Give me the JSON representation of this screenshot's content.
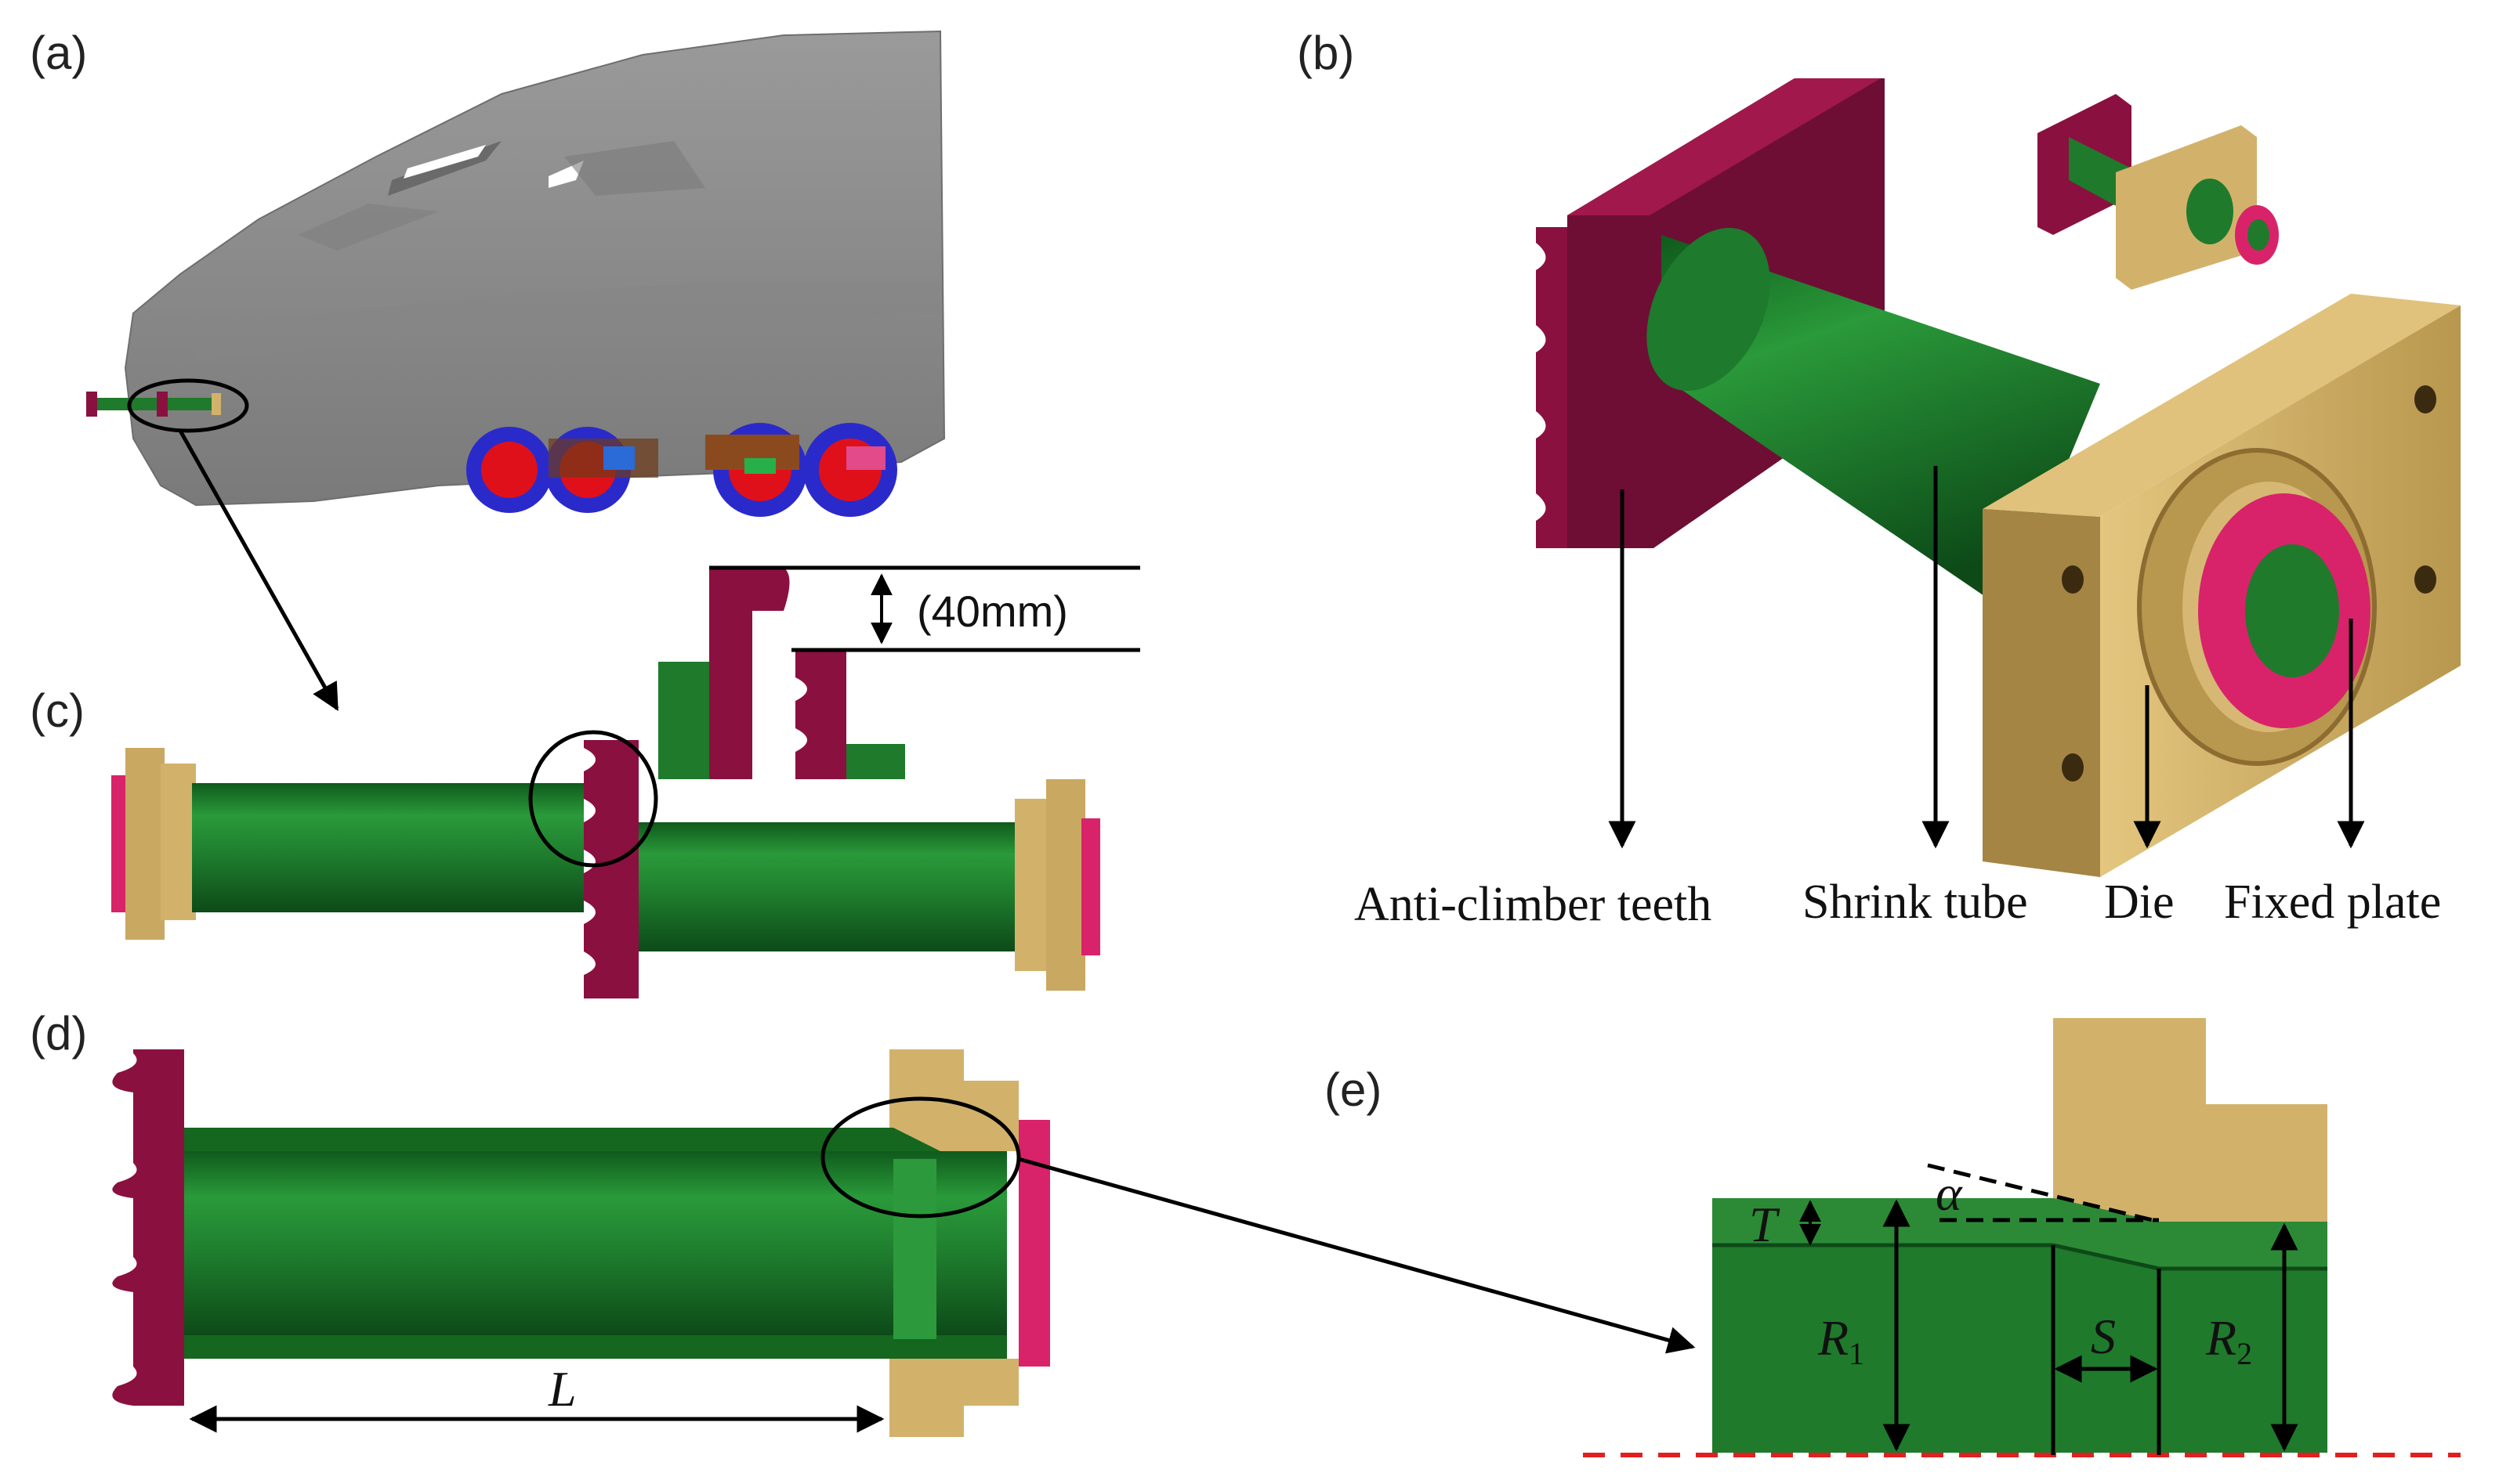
{
  "panels": {
    "a": "(a)",
    "b": "(b)",
    "c": "(c)",
    "d": "(d)",
    "e": "(e)"
  },
  "part_labels": {
    "anti_climber_teeth": "Anti-climber teeth",
    "shrink_tube": "Shrink tube",
    "die": "Die",
    "fixed_plate": "Fixed plate"
  },
  "dimension_c": "(40mm)",
  "symbols": {
    "L": "L",
    "T": "T",
    "alpha": "α",
    "R": "R",
    "R1_sub": "1",
    "R2_sub": "2",
    "S": "S"
  },
  "colors": {
    "train_body": "#8c8c8c",
    "tube_green": "#1f7a2c",
    "teeth_maroon": "#8a1040",
    "die_tan": "#d2b26b",
    "ring_pink": "#d8236a",
    "wheel_red": "#e0101a",
    "wheel_blue": "#2a2acb",
    "axis_red_dashed": "#e02020"
  }
}
